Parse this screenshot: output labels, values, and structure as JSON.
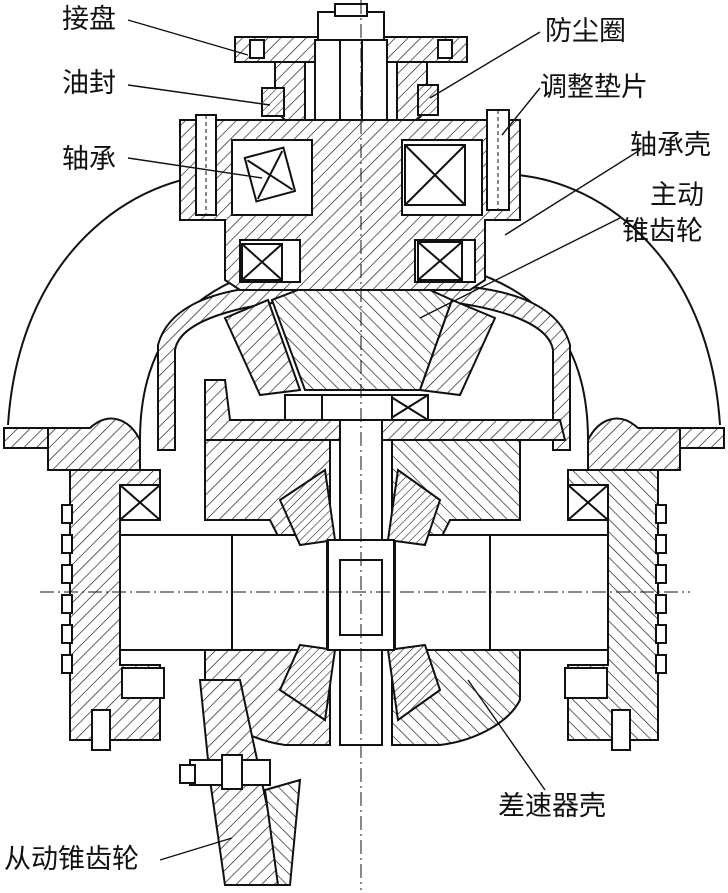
{
  "labels": {
    "flange": "接盘",
    "dust_ring": "防尘圈",
    "oil_seal": "油封",
    "shim": "调整垫片",
    "bearing": "轴承",
    "bearing_housing": "轴承壳",
    "drive_bevel_line1": "主动",
    "drive_bevel_line2": "锥齿轮",
    "diff_case": "差速器壳",
    "driven_bevel": "从动锥齿轮"
  },
  "colors": {
    "ink": "#111111",
    "paper": "#ffffff"
  }
}
